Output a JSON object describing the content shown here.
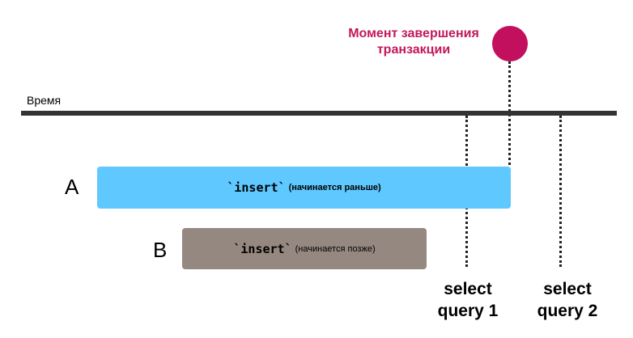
{
  "commit": {
    "line1": "Момент завершения",
    "line2": "транзакции",
    "color": "#c2105e"
  },
  "timeline": {
    "label": "Время"
  },
  "rows": [
    {
      "id": "A",
      "label": "A",
      "code": "`insert`",
      "note": "(начинается раньше)",
      "color": "#5ec8ff"
    },
    {
      "id": "B",
      "label": "B",
      "code": "`insert`",
      "note": "(начинается позже)",
      "color": "#958880"
    }
  ],
  "queries": [
    {
      "line1": "select",
      "line2": "query 1"
    },
    {
      "line1": "select",
      "line2": "query 2"
    }
  ]
}
